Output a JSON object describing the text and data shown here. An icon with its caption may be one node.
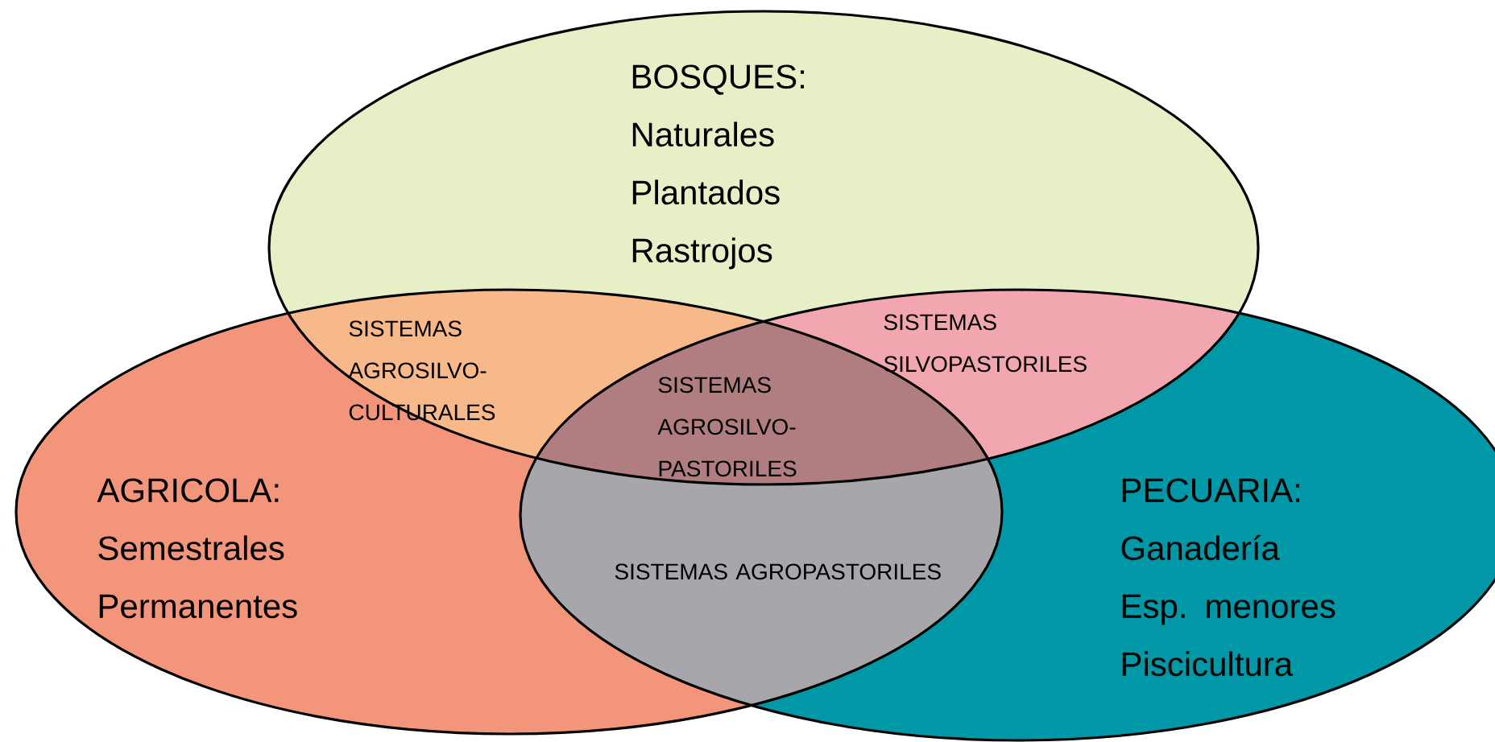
{
  "diagram": {
    "nodes": [
      {
        "text": [
          "BOSQUES:",
          "Naturales Plantados Rastrojos"
        ]
      },
      {
        "text": [
          "AGRICOLA:",
          "Semestrales Permanentes"
        ]
      },
      {
        "text": [
          "PECUARIA:",
          "Ganadería Esp. menores Piscicultura"
        ]
      },
      {
        "text": [
          "SISTEMAS AGROPASTORILES"
        ]
      },
      {
        "text": [
          "SISTEMAS AGROSILVO-CULTURALES"
        ]
      },
      {
        "text": [
          "SISTEMAS SILVOPASTORILES"
        ]
      },
      {
        "text": [
          "SISTEMAS AGROSILVO-PASTORILES"
        ]
      }
    ],
    "edges": []
  }
}
